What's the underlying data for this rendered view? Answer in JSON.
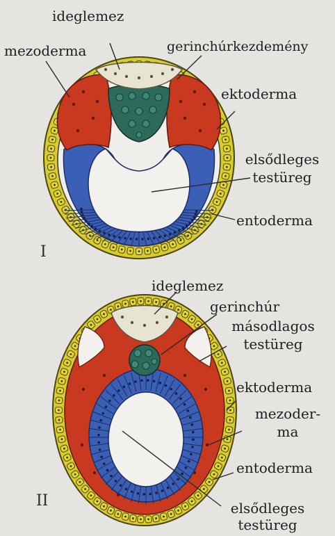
{
  "figure_I": {
    "numeral": "I",
    "labels": {
      "ideglemez": "ideglemez",
      "mezoderma": "mezoderma",
      "gerinchurkezdemeny": "gerinchúrkezdemény",
      "ektoderma": "ektoderma",
      "elsodleges_1": "elsődleges",
      "elsodleges_2": "testüreg",
      "entoderma": "entoderma"
    }
  },
  "figure_II": {
    "numeral": "II",
    "labels": {
      "ideglemez": "ideglemez",
      "gerinchur": "gerinchúr",
      "masodlagos_1": "másodlagos",
      "masodlagos_2": "testüreg",
      "ektoderma": "ektoderma",
      "mezoderma_1": "mezoder-",
      "mezoderma_2": "ma",
      "entoderma": "entoderma",
      "elsodleges_1": "elsődleges",
      "elsodleges_2": "testüreg"
    }
  },
  "colors": {
    "background": "#e6e4e0",
    "ektoderma": "#d8cc2a",
    "ektoderma_outline": "#4a4418",
    "mezoderma": "#c8391f",
    "entoderma": "#3a5fb4",
    "gerinchur": "#2e6a5c",
    "ideglemez": "#e8e4d2",
    "cavity": "#f2f1ed"
  }
}
